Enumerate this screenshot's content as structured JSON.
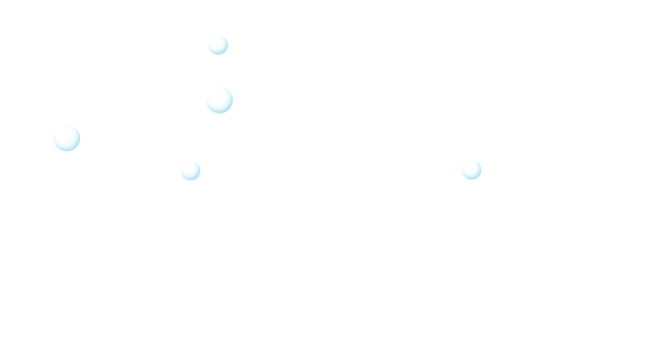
{
  "scene": {
    "background_color": "#ffffff",
    "bubble_color": "#b0e2f4",
    "bubble_count": 5,
    "bubbles": [
      {
        "name": "bubble-1"
      },
      {
        "name": "bubble-2"
      },
      {
        "name": "bubble-3"
      },
      {
        "name": "bubble-4"
      },
      {
        "name": "bubble-5"
      }
    ]
  }
}
